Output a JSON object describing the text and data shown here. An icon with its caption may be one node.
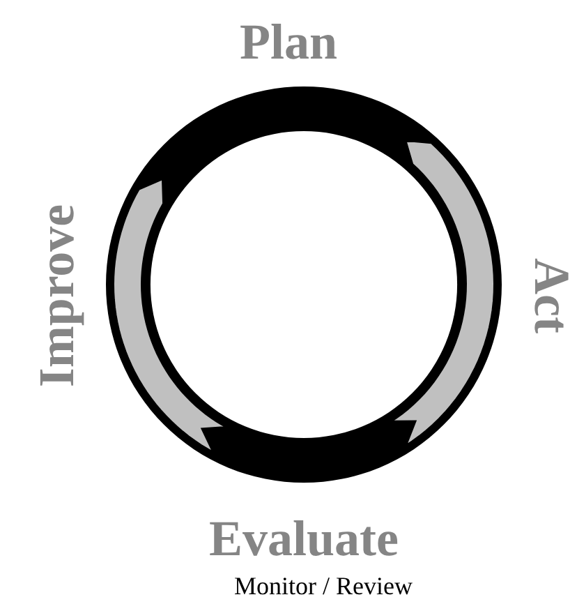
{
  "diagram": {
    "labels": [
      "Plan",
      "Act",
      "Evaluate",
      "Monitor / Review",
      "Improve"
    ]
  }
}
